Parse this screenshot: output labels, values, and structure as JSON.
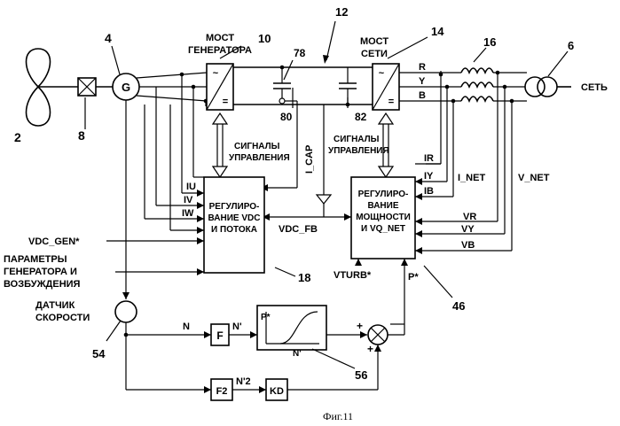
{
  "labels": {
    "ref_2": "2",
    "ref_4": "4",
    "ref_8": "8",
    "ref_10": "10",
    "ref_12": "12",
    "ref_14": "14",
    "ref_16": "16",
    "ref_6": "6",
    "ref_78": "78",
    "ref_80": "80",
    "ref_82": "82",
    "ref_18": "18",
    "ref_46": "46",
    "ref_54": "54",
    "ref_56": "56",
    "generator_bridge_l1": "МОСТ",
    "generator_bridge_l2": "ГЕНЕРАТОРА",
    "grid_bridge_l1": "МОСТ",
    "grid_bridge_l2": "СЕТИ",
    "grid": "СЕТЬ",
    "gen_symbol": "G",
    "phase_r": "R",
    "phase_y": "Y",
    "phase_b": "B",
    "ctrl_signals_1_l1": "СИГНАЛЫ",
    "ctrl_signals_1_l2": "УПРАВЛЕНИЯ",
    "ctrl_signals_2_l1": "СИГНАЛЫ",
    "ctrl_signals_2_l2": "УПРАВЛЕНИЯ",
    "i_cap": "I_CAP",
    "iu": "IU",
    "iv": "IV",
    "iw": "IW",
    "ir": "IR",
    "iy": "IY",
    "ib": "IB",
    "i_net": "I_NET",
    "v_net": "V_NET",
    "vr": "VR",
    "vy": "VY",
    "vb": "VB",
    "vdc_fb": "VDC_FB",
    "vdc_gen": "VDC_GEN*",
    "gen_params_l1": "ПАРАМЕТРЫ",
    "gen_params_l2": "ГЕНЕРАТОРА И",
    "gen_params_l3": "ВОЗБУЖДЕНИЯ",
    "reg1_l1": "РЕГУЛИРО-",
    "reg1_l2": "ВАНИЕ VDC",
    "reg1_l3": "И ПОТОКА",
    "reg2_l1": "РЕГУЛИРО-",
    "reg2_l2": "ВАНИЕ",
    "reg2_l3": "МОЩНОСТИ",
    "reg2_l4": "И VQ_NET",
    "vturb": "VTURB*",
    "p_star": "P*",
    "p_star_graph": "P*",
    "speed_sensor_l1": "ДАТЧИК",
    "speed_sensor_l2": "СКОРОСТИ",
    "n": "N",
    "n_prime": "N'",
    "n_prime_graph": "N'",
    "n_prime_sq": "N'2",
    "f_block": "F",
    "f2_block": "F2",
    "kd_block": "KD",
    "plus_1": "+",
    "plus_2": "+",
    "bridge_sym_tilde": "~",
    "bridge_sym_eq": "=",
    "caption": "Фиг.11"
  }
}
